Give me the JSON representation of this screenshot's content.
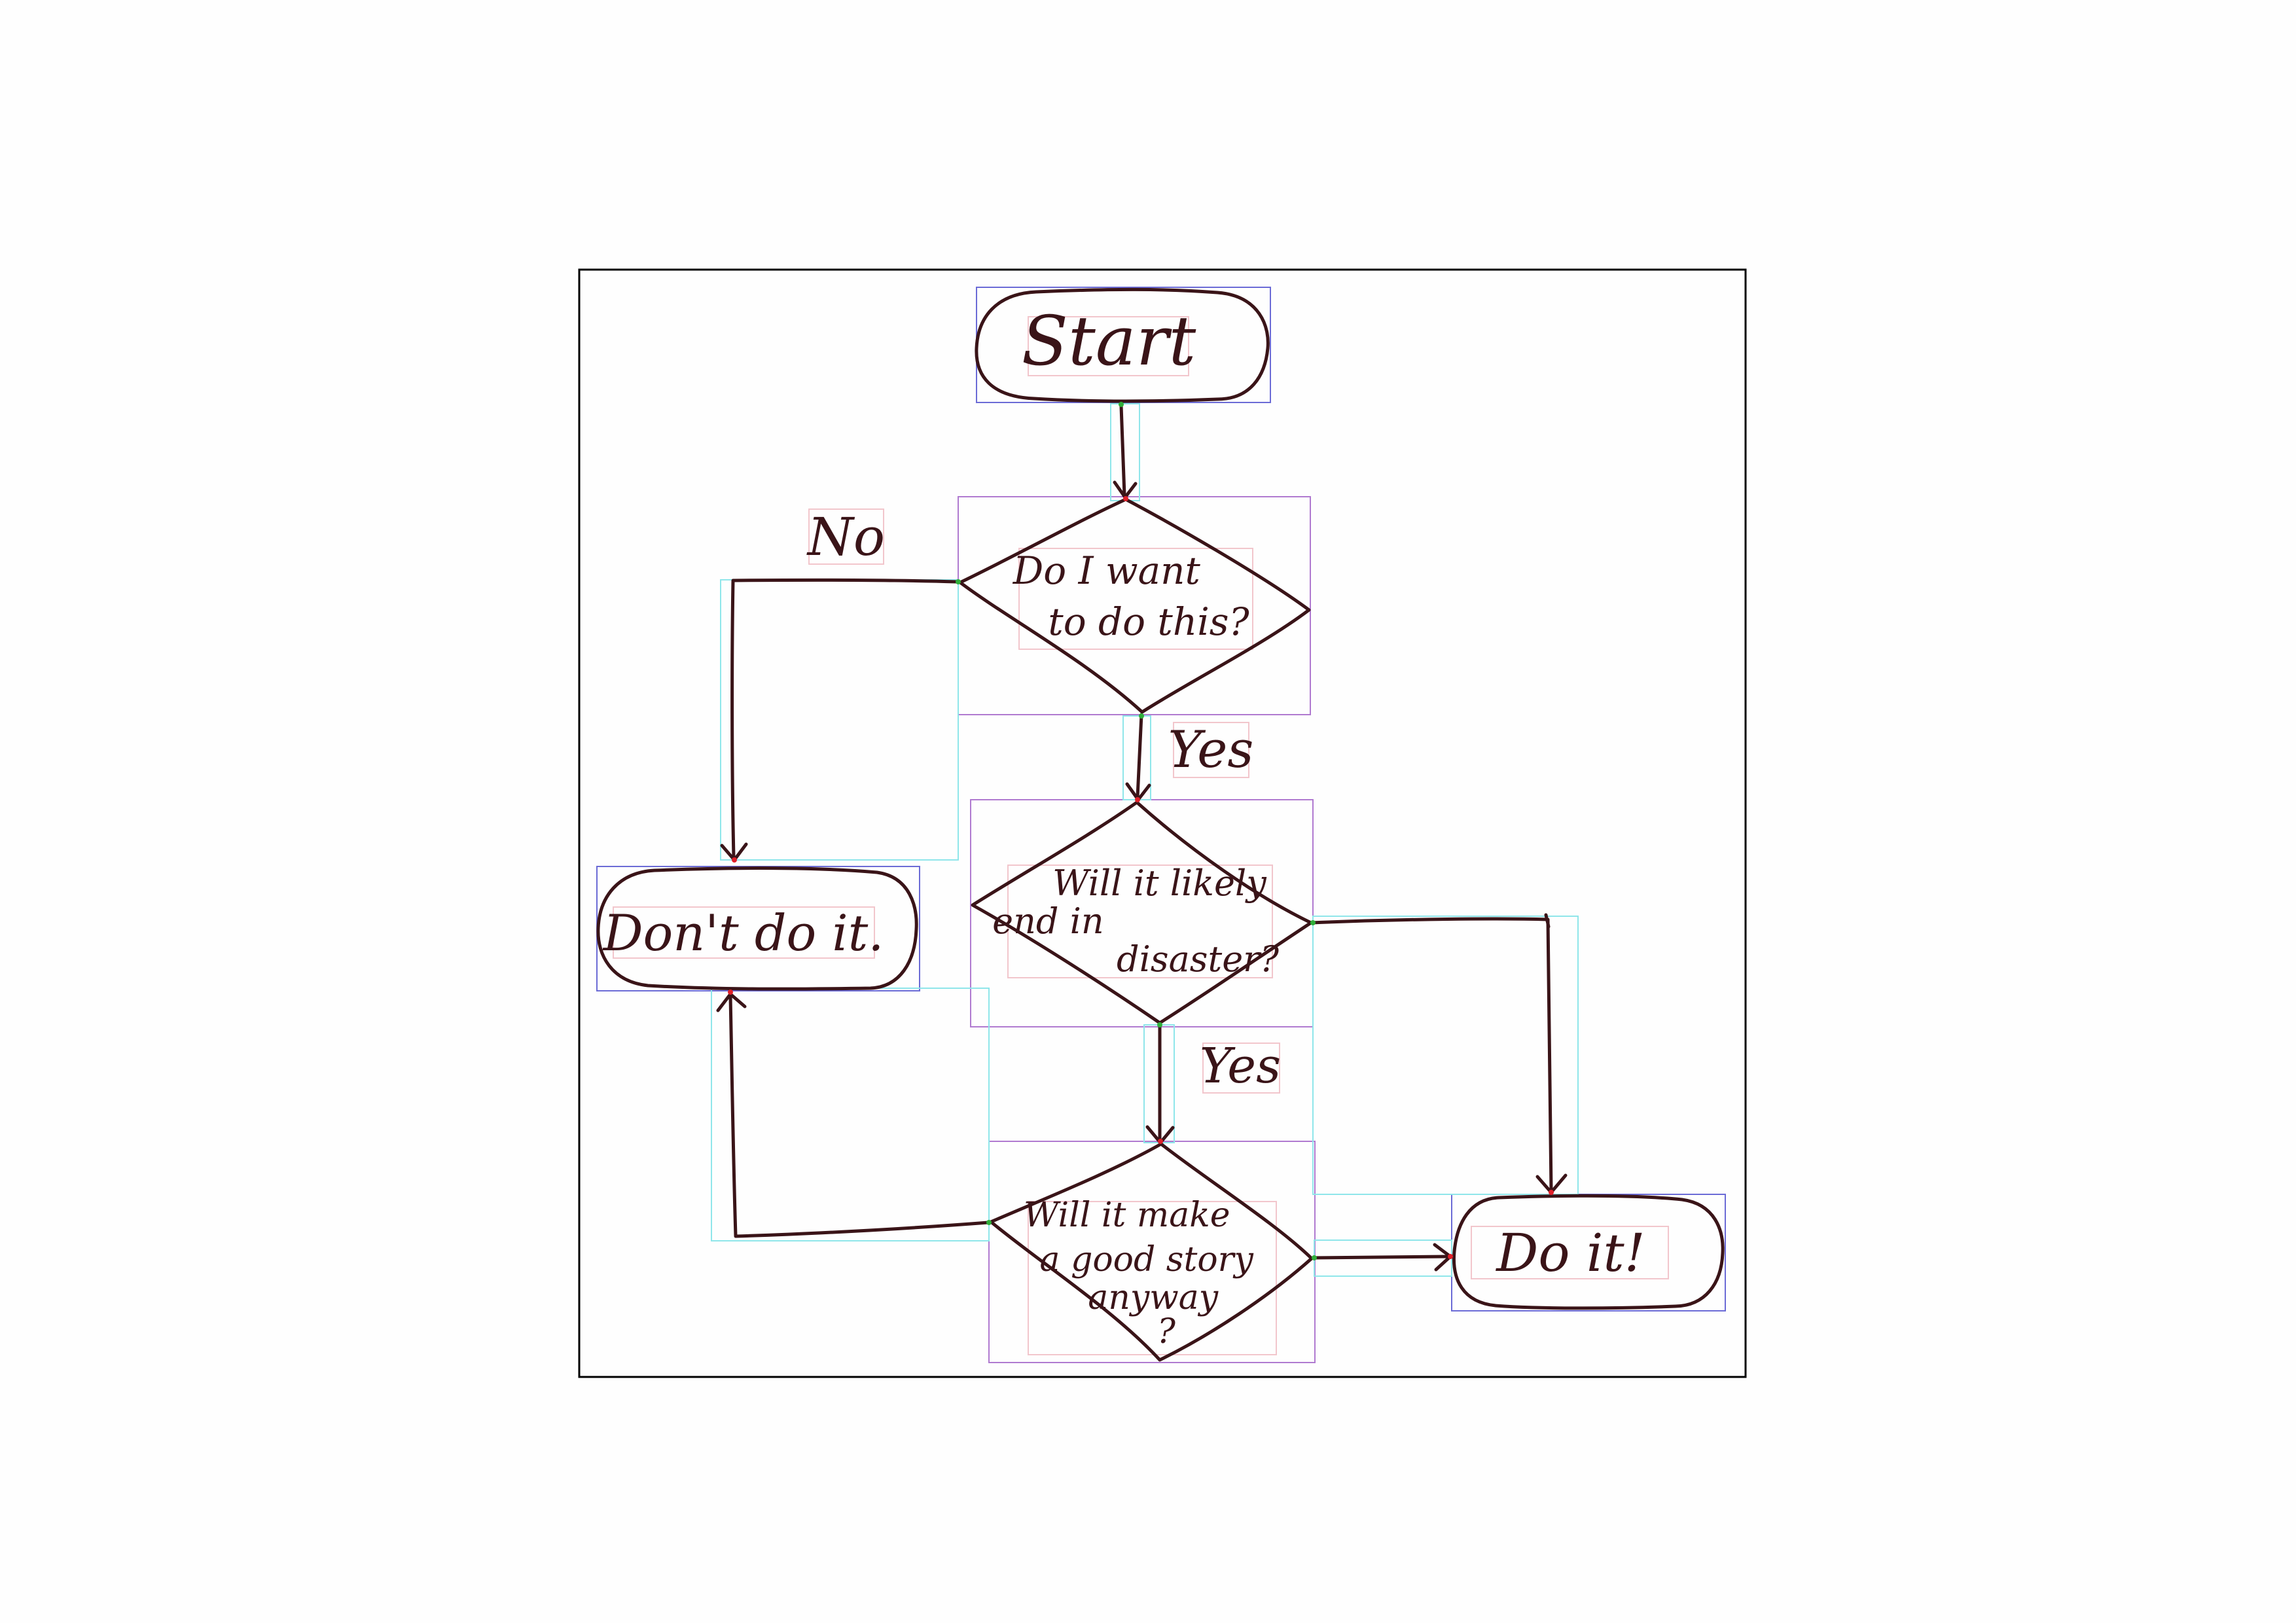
{
  "colors": {
    "ink": "#3a1418",
    "frame": "#000000",
    "node_box": "#6b6bd6",
    "decision_box": "#b07ad0",
    "edge_box": "#8fe6ea",
    "text_box": "#f2c6cc",
    "anchor_red": "#e0202a",
    "anchor_green": "#2fae3a"
  },
  "nodes": {
    "start": "Start",
    "decision1": [
      "Do I want",
      "to do this?"
    ],
    "decision2": [
      "Will it likely",
      "end in",
      "disaster?"
    ],
    "decision3": [
      "Will it make",
      "a good story",
      "anyway",
      "?"
    ],
    "dont": "Don't do it.",
    "doit": "Do it!"
  },
  "edges": {
    "no_label": "No",
    "yes1_label": "Yes",
    "yes2_label": "Yes"
  }
}
